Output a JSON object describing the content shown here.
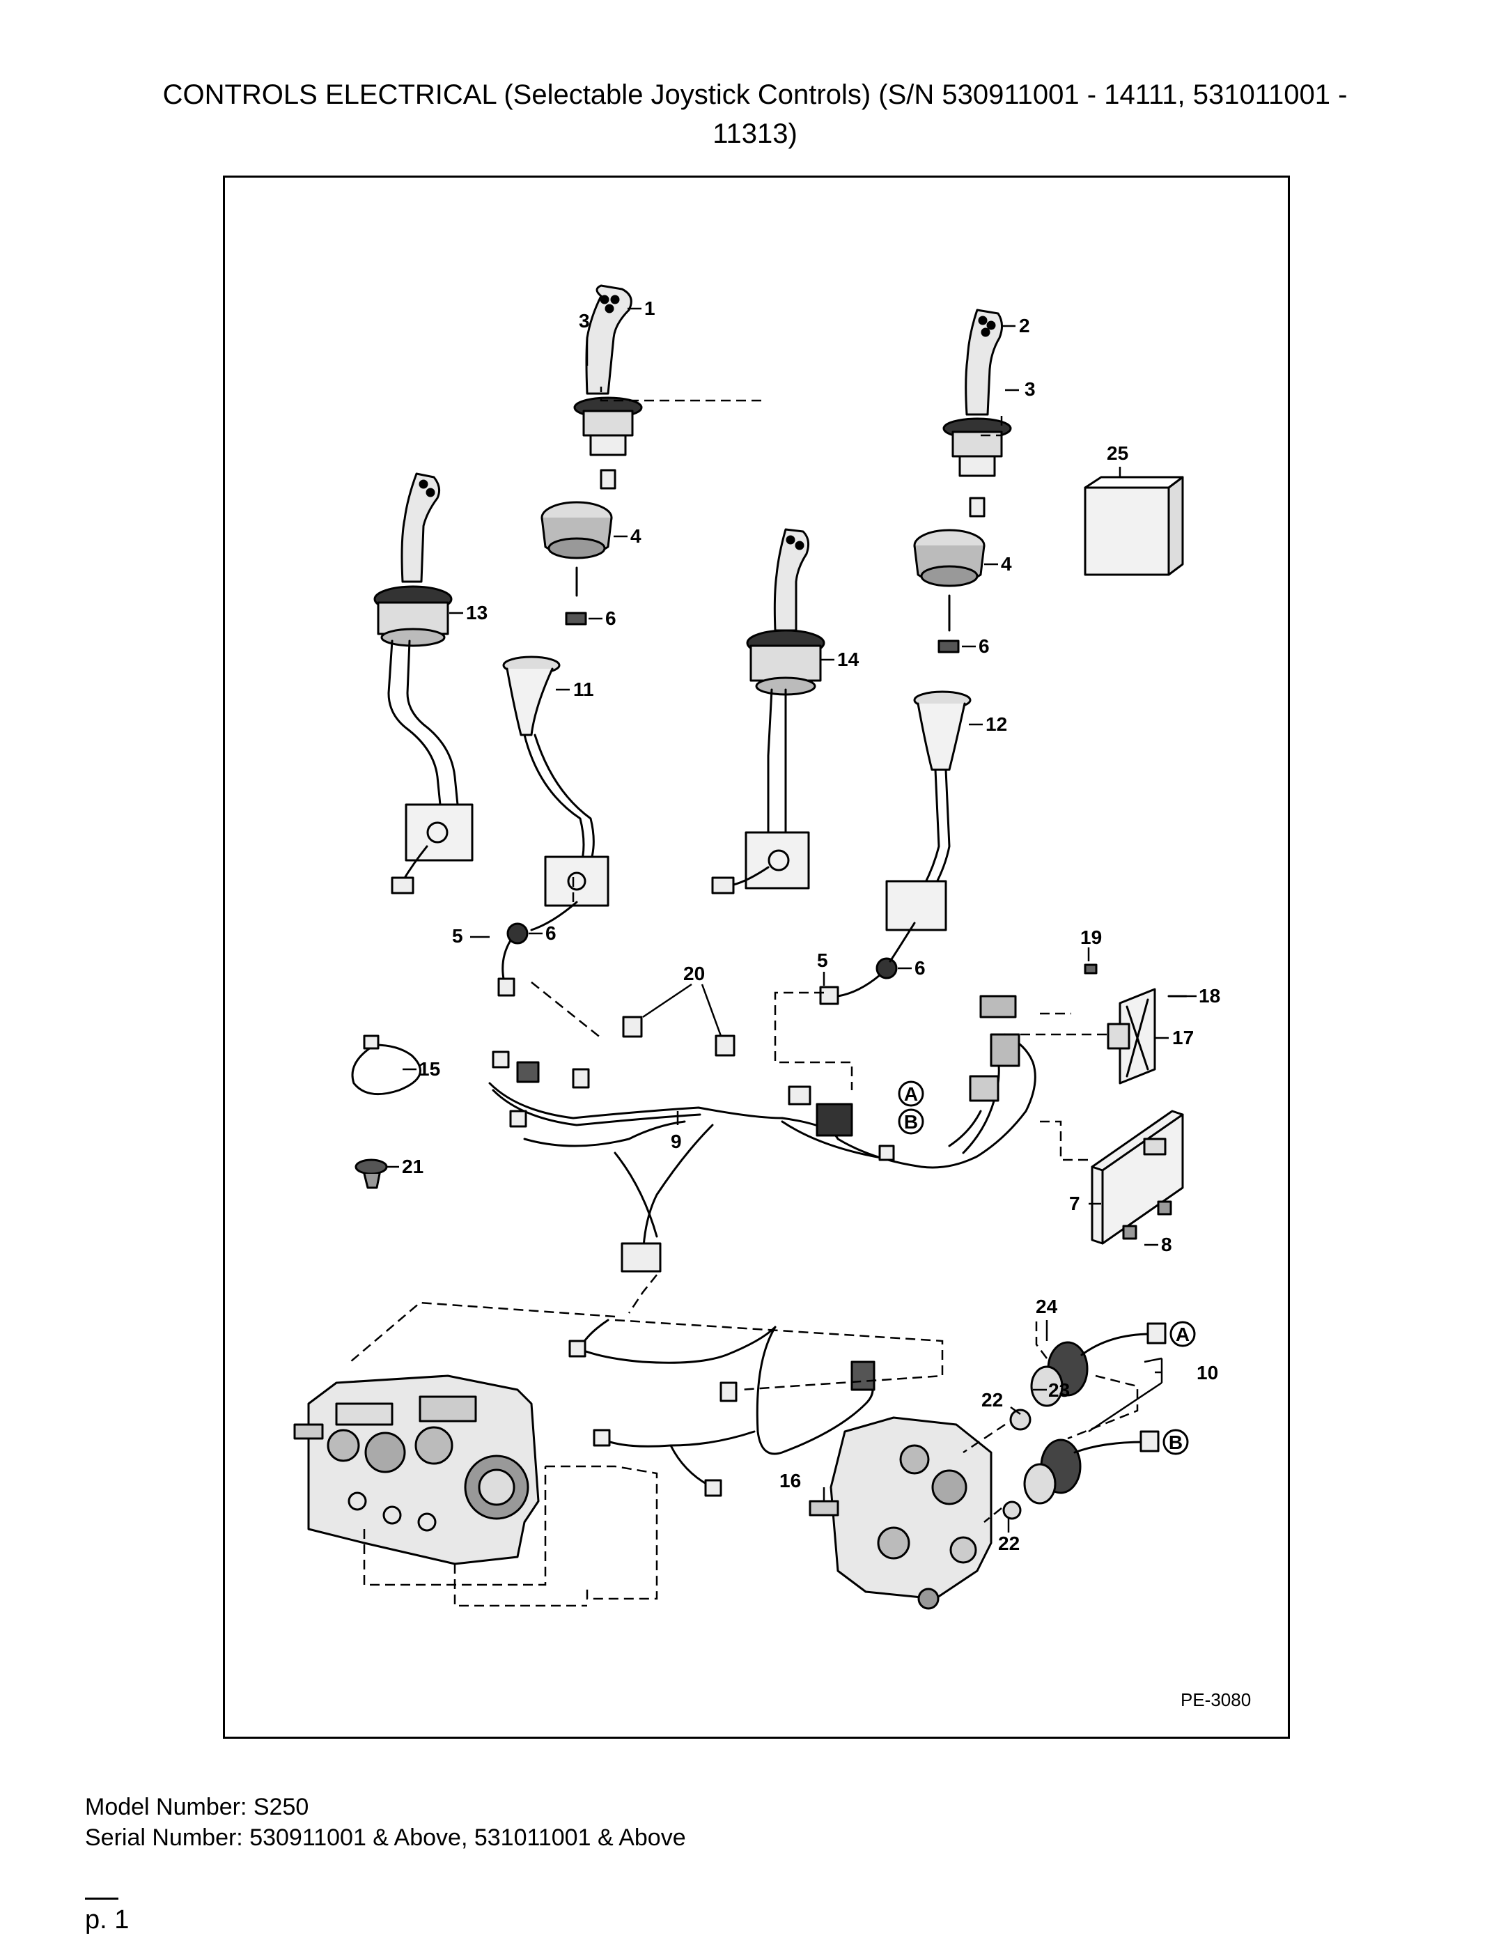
{
  "document": {
    "title_line1": "CONTROLS ELECTRICAL (Selectable Joystick Controls) (S/N 530911001 - 14111, 531011001 -",
    "title_line2": "11313)",
    "diagram_ref": "PE-3080",
    "model_line": "Model Number: S250",
    "serial_line": "Serial Number: 530911001 & Above, 531011001 & Above",
    "page_label": "p. 1"
  },
  "callouts": [
    "1",
    "2",
    "3",
    "3",
    "4",
    "4",
    "5",
    "5",
    "6",
    "6",
    "6",
    "6",
    "7",
    "8",
    "9",
    "10",
    "11",
    "12",
    "13",
    "14",
    "15",
    "16",
    "17",
    "18",
    "19",
    "20",
    "21",
    "22",
    "22",
    "23",
    "24",
    "25"
  ],
  "connector_markers": [
    "A",
    "B",
    "A",
    "B"
  ],
  "icons": [
    "joystick-handle-icon",
    "joystick-assembly-icon",
    "boot-icon",
    "grommet-icon",
    "wire-harness-icon",
    "controller-module-icon",
    "relay-icon",
    "solenoid-icon",
    "hydrostatic-pump-icon",
    "control-valve-icon",
    "cable-tie-icon",
    "push-fastener-icon"
  ]
}
